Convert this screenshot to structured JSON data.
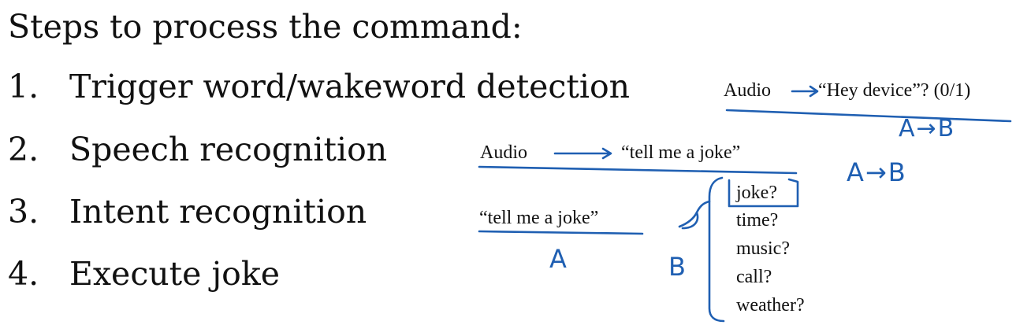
{
  "slide": {
    "title": "Steps to process the command:",
    "steps": [
      {
        "number": "1.",
        "text": "Trigger word/wakeword detection"
      },
      {
        "number": "2.",
        "text": "Speech recognition"
      },
      {
        "number": "3.",
        "text": "Intent recognition"
      },
      {
        "number": "4.",
        "text": "Execute joke"
      }
    ],
    "wakeword": {
      "input": "Audio",
      "output": "“Hey device”? (0/1)"
    },
    "speech": {
      "input": "Audio",
      "output": "“tell me a joke”"
    },
    "intent": {
      "input": "“tell me a joke”",
      "options": [
        "joke?",
        "time?",
        "music?",
        "call?",
        "weather?"
      ]
    },
    "annotations": {
      "wakeword_ab": "A→B",
      "speech_ab": "A→B",
      "intent_a": "A",
      "intent_b": "B"
    },
    "ink_color": "#1f5fb2"
  }
}
